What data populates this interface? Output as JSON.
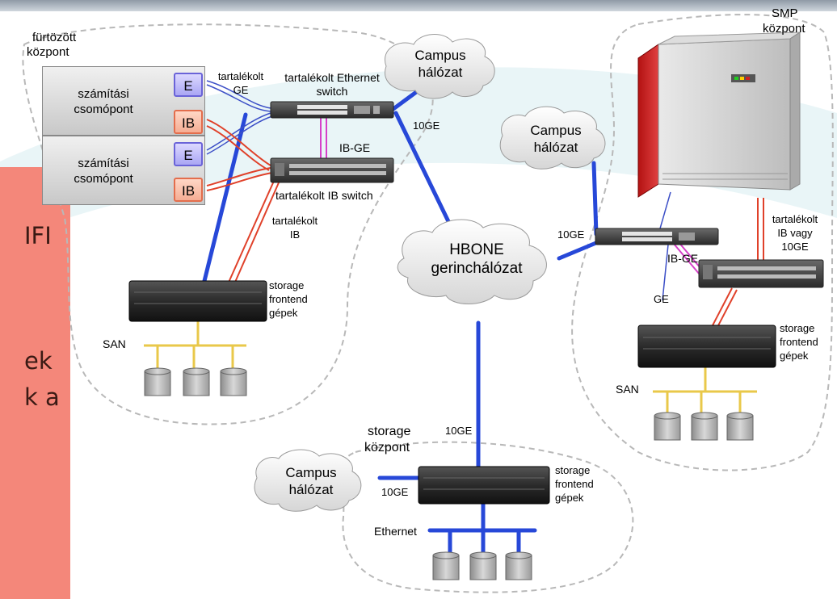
{
  "slide_text": {
    "line1": "IFI",
    "line2": "ek",
    "line3": "k a"
  },
  "clusters": {
    "furtozott": {
      "title_l1": "fürtözött",
      "title_l2": "központ"
    },
    "smp": {
      "title_l1": "SMP",
      "title_l2": "központ"
    },
    "storage": {
      "title_l1": "storage",
      "title_l2": "központ"
    }
  },
  "nodes": {
    "label": "számítási\ncsomópont",
    "port_e": "E",
    "port_ib": "IB"
  },
  "clouds": {
    "campus_top": "Campus\nhálózat",
    "campus_right": "Campus\nhálózat",
    "campus_bottom": "Campus\nhálózat",
    "hbone": "HBONE\ngerinchálózat"
  },
  "labels": {
    "tartalekolt_ge": "tartalékolt\nGE",
    "eth_switch": "tartalékolt Ethernet\nswitch",
    "ib_ge_left": "IB-GE",
    "ib_switch": "tartalékolt IB switch",
    "tartalekolt_ib": "tartalékolt\nIB",
    "tenge_left": "10GE",
    "storage_frontend_left": "storage\nfrontend\ngépek",
    "san_left": "SAN",
    "tenge_right": "10GE",
    "ib_ge_right": "IB-GE",
    "ge_right": "GE",
    "tartalekolt_ib_vagy": "tartalékolt\nIB vagy\n10GE",
    "storage_frontend_right": "storage\nfrontend\ngépek",
    "san_right": "SAN",
    "tenge_center": "10GE",
    "storage_frontend_bottom": "storage\nfrontend\ngépek",
    "tenge_bottom": "10GE",
    "ethernet": "Ethernet"
  },
  "colors": {
    "backbone": "#2748d8",
    "ib_link": "#e0412a",
    "ge_link": "#3c4fc7",
    "ibge_link": "#d640c9",
    "slide_bar": "#f4877a",
    "san_bus": "#e9c84a"
  }
}
